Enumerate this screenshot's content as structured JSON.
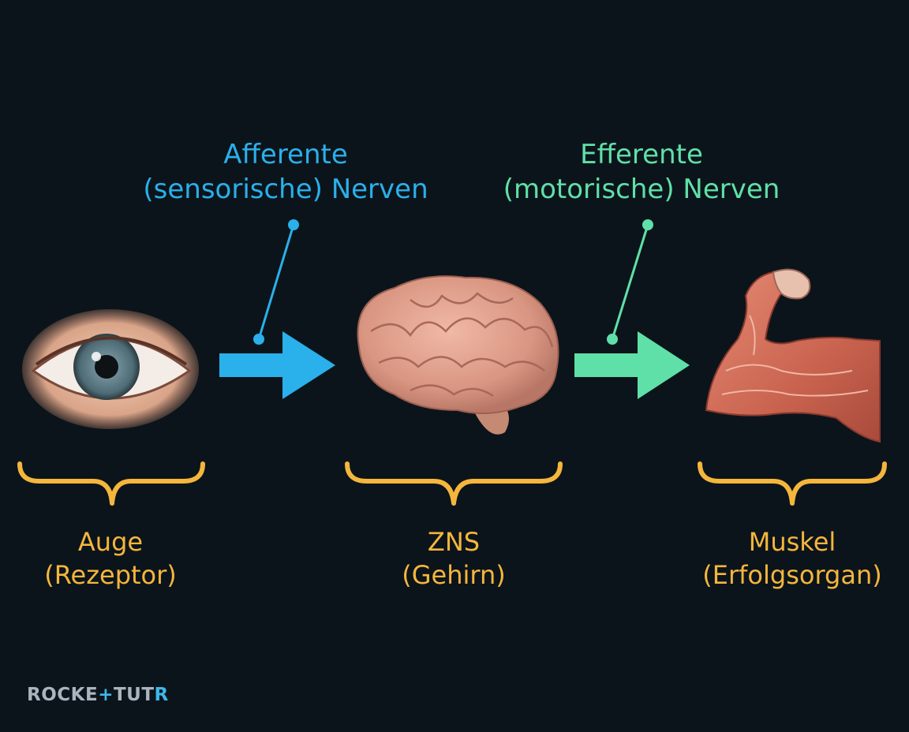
{
  "colors": {
    "background": "#0c141b",
    "afferent": "#2ab0ea",
    "efferent": "#5fe0a8",
    "organ_label": "#f4b63c"
  },
  "nerves": {
    "afferent": {
      "line1": "Afferente",
      "line2": "(sensorische) Nerven"
    },
    "efferent": {
      "line1": "Efferente",
      "line2": "(motorische) Nerven"
    }
  },
  "organs": [
    {
      "name": "Auge",
      "role": "(Rezeptor)",
      "icon": "eye-icon"
    },
    {
      "name": "ZNS",
      "role": "(Gehirn)",
      "icon": "brain-icon"
    },
    {
      "name": "Muskel",
      "role": "(Erfolgsorgan)",
      "icon": "flexed-arm-icon"
    }
  ],
  "logo": {
    "left": "ROCKE",
    "plus": "+",
    "right": "TUT",
    "end": "R"
  }
}
